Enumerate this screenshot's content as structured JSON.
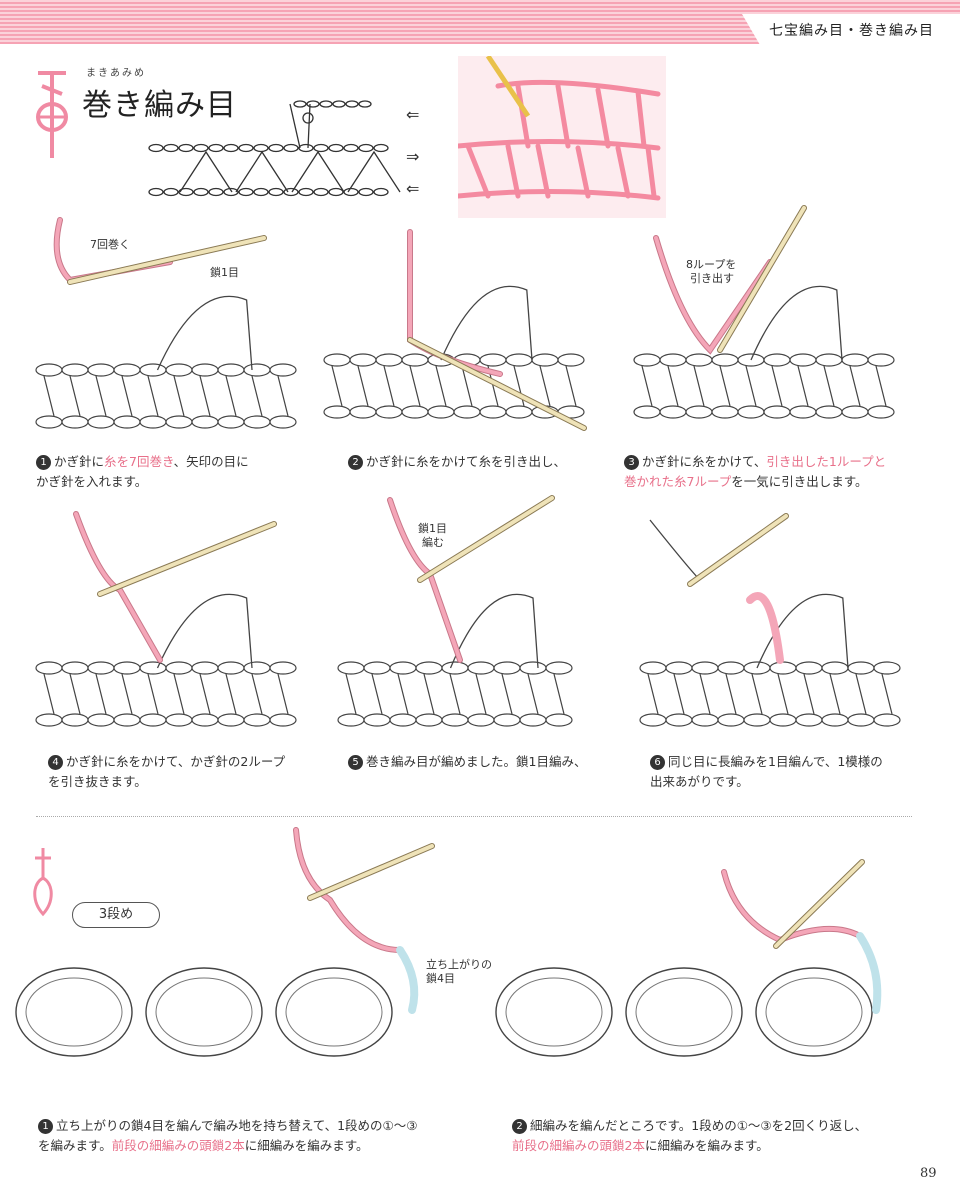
{
  "header": {
    "section_tab": "七宝編み目・巻き編み目"
  },
  "title": {
    "ruby": "まきあみめ",
    "text": "巻き編み目"
  },
  "symbols": {
    "arrow_left": "⇐",
    "arrow_right": "⇒"
  },
  "steps": [
    {
      "num": "1",
      "parts": [
        {
          "t": "かぎ針に"
        },
        {
          "t": "糸を7回巻き",
          "hl": true
        },
        {
          "t": "、矢印の目に"
        },
        {
          "br": true
        },
        {
          "t": "かぎ針を入れます。"
        }
      ]
    },
    {
      "num": "2",
      "parts": [
        {
          "t": "かぎ針に糸をかけて糸を引き出し、"
        }
      ]
    },
    {
      "num": "3",
      "parts": [
        {
          "t": "かぎ針に糸をかけて、"
        },
        {
          "t": "引き出した1ループと",
          "hl": true
        },
        {
          "br": true
        },
        {
          "t": "巻かれた糸7ループ",
          "hl": true
        },
        {
          "t": "を一気に引き出します。"
        }
      ]
    },
    {
      "num": "4",
      "parts": [
        {
          "t": "かぎ針に糸をかけて、かぎ針の2ループ"
        },
        {
          "br": true
        },
        {
          "t": "を引き抜きます。"
        }
      ]
    },
    {
      "num": "5",
      "parts": [
        {
          "t": "巻き編み目が編めました。鎖1目編み、"
        }
      ]
    },
    {
      "num": "6",
      "parts": [
        {
          "t": "同じ目に長編みを1目編んで、1模様の"
        },
        {
          "br": true
        },
        {
          "t": "出来あがりです。"
        }
      ]
    }
  ],
  "labels": {
    "wrap7": "7回巻く",
    "chain1": "鎖1目",
    "pull8_a": "8ループを",
    "pull8_b": "引き出す",
    "chain1b_a": "鎖1目",
    "chain1b_b": "編む",
    "turn_a": "立ち上がりの",
    "turn_b": "鎖4目"
  },
  "row_badge": "3段め",
  "bottom_steps": [
    {
      "num": "1",
      "parts": [
        {
          "t": "立ち上がりの鎖4目を編んで編み地を持ち替えて、1段めの①〜③"
        },
        {
          "br": true
        },
        {
          "t": "を編みます。"
        },
        {
          "t": "前段の細編みの頭鎖2本",
          "hl": true
        },
        {
          "t": "に細編みを編みます。"
        }
      ]
    },
    {
      "num": "2",
      "parts": [
        {
          "t": "細編みを編んだところです。1段めの①〜③を2回くり返し、"
        },
        {
          "br": true
        },
        {
          "t": "前段の細編みの頭鎖2本",
          "hl": true
        },
        {
          "t": "に細編みを編みます。"
        }
      ]
    }
  ],
  "page_number": "89",
  "colors": {
    "accent": "#e8708a",
    "yarn": "#f4a6b8",
    "stripe": "#f6a3b4",
    "hook": "#efe3b8"
  }
}
